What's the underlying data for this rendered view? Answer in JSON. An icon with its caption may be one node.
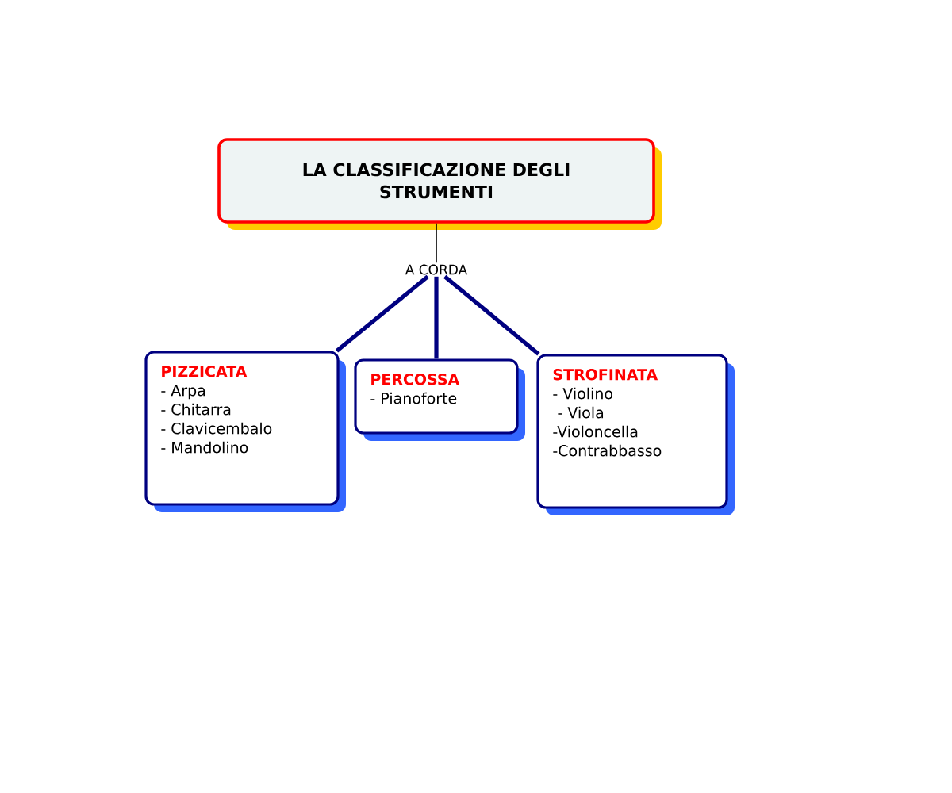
{
  "diagram": {
    "nodes": [
      {
        "text": [
          "LA CLASSIFICAZIONE DEGLI STRUMENTI"
        ]
      },
      {
        "text": [
          "A CORDA"
        ]
      },
      {
        "text": [
          "PIZZICATA",
          "- Arpa",
          "- Chitarra",
          "- Clavicembalo",
          "- Mandolino"
        ]
      },
      {
        "text": [
          "PERCOSSA",
          "- Pianoforte"
        ]
      },
      {
        "text": [
          "STROFINATA",
          "- Violino",
          " - Viola",
          "-Violoncella",
          "-Contrabbasso"
        ]
      }
    ],
    "edges": [
      {
        "from": 0,
        "to": 1,
        "arrow": "none",
        "color": "#000000"
      },
      {
        "from": 1,
        "to": 2,
        "arrow": "none"
      },
      {
        "from": 1,
        "to": 3,
        "arrow": "none"
      },
      {
        "from": 1,
        "to": 4,
        "arrow": "none"
      }
    ]
  }
}
